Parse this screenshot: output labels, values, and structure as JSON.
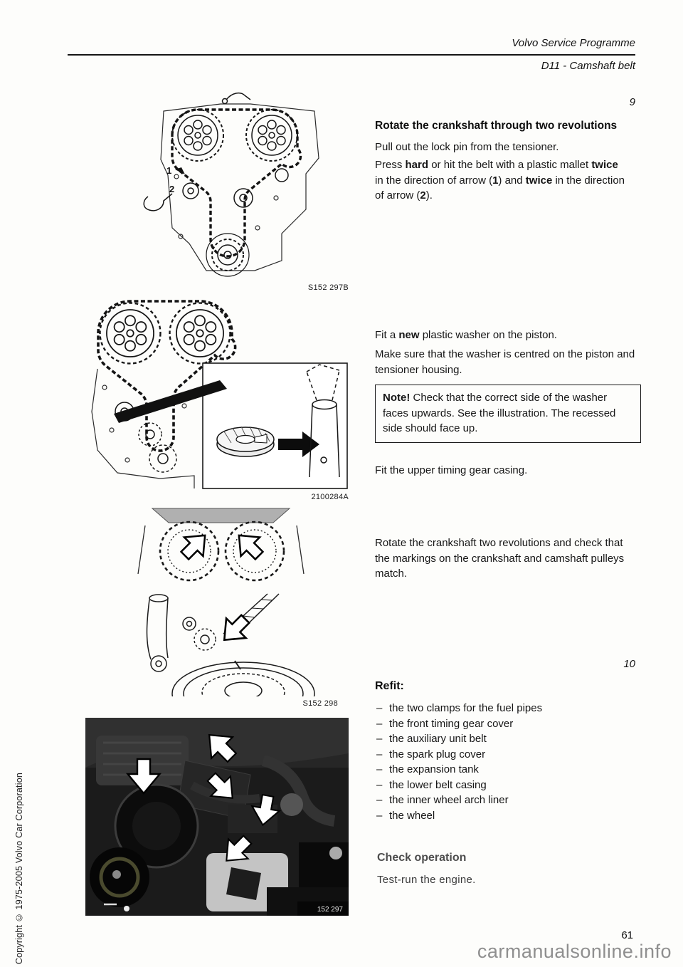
{
  "header": {
    "line1": "Volvo Service Programme",
    "line2": "D11 - Camshaft belt"
  },
  "markers": {
    "step9": "9",
    "step10": "10",
    "page_number": "61",
    "watermark": "carmanualsonline.info",
    "copyright": "Copyright © 1975-2005 Volvo Car Corporation"
  },
  "fig_annotations": {
    "arrow1": "1",
    "arrow2": "2"
  },
  "figures": {
    "fig1_caption": "S152 297B",
    "fig2_caption": "2100284A",
    "fig4_caption": "S152 298",
    "photo_caption": "152 297"
  },
  "step9": {
    "heading": "Rotate the crankshaft through two revolutions",
    "para1": "Pull out the lock pin from the tensioner.",
    "para2": {
      "s1": "Press ",
      "s2": "hard",
      "s3": " or hit the belt with a plastic mallet ",
      "s4": "twice",
      "s5": " in the direction of arrow (",
      "s6": "1",
      "s7": ") and ",
      "s8": "twice",
      "s9": " in the direction of arrow (",
      "s10": "2",
      "s11": ")."
    }
  },
  "washer": {
    "para1": {
      "s1": "Fit a ",
      "s2": "new",
      "s3": " plastic washer on the piston."
    },
    "para2": "Make sure that the washer is centred on the piston and tensioner housing.",
    "note_label": "Note!",
    "note_text": " Check that the correct side of the washer faces upwards. See the illustration. The recessed side should face up.",
    "para3": "Fit the upper timing gear casing.",
    "para4": "Rotate the crankshaft two revolutions and check that the markings on the crankshaft and camshaft pulleys match."
  },
  "refit": {
    "heading": "Refit:",
    "bullet": "–",
    "items": [
      "the two clamps for the fuel pipes",
      "the front timing gear cover",
      "the auxiliary unit belt",
      "the spark plug cover",
      "the expansion tank",
      "the lower belt casing",
      "the inner wheel arch liner",
      "the wheel"
    ]
  },
  "check_operation": {
    "heading": "Check operation",
    "para": "Test-run the engine."
  }
}
